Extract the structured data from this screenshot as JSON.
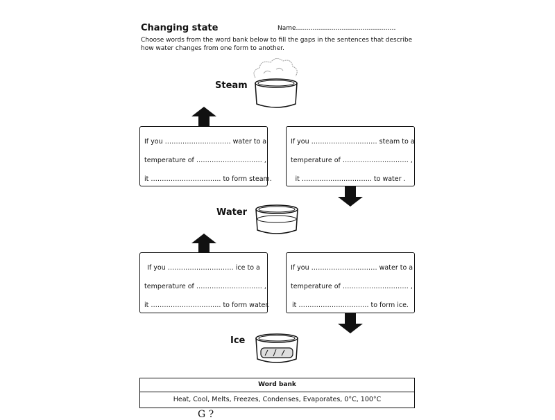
{
  "worksheet": {
    "title": "Changing state",
    "name_field": "Name…………………………………………",
    "instructions": "Choose words from the word bank below to fill the gaps in the sentences that describe how water changes from one form to another.",
    "states": {
      "steam": "Steam",
      "water": "Water",
      "ice": "Ice"
    },
    "boxes": [
      {
        "line1": "If you ………………………… water to a",
        "line2": "temperature of ………………………… ,",
        "line3": "it ………………………….. to form steam."
      },
      {
        "line1": "If you ………………………… steam to a",
        "line2": "temperature of ………………………… ,",
        "line3": "it ………………………….. to water ."
      },
      {
        "line1": "If you ………………………… ice to a",
        "line2": "temperature of ………………………… ,",
        "line3": "it ………………………….. to form water."
      },
      {
        "line1": "If you ………………………… water to a",
        "line2": "temperature of ………………………… ,",
        "line3": "it ………………………….. to form ice."
      }
    ],
    "word_bank": {
      "heading": "Word bank",
      "words": "Heat, Cool, Melts, Freezes, Condenses, Evaporates, 0°C, 100°C"
    },
    "bottom_fragment": "G  ?"
  }
}
